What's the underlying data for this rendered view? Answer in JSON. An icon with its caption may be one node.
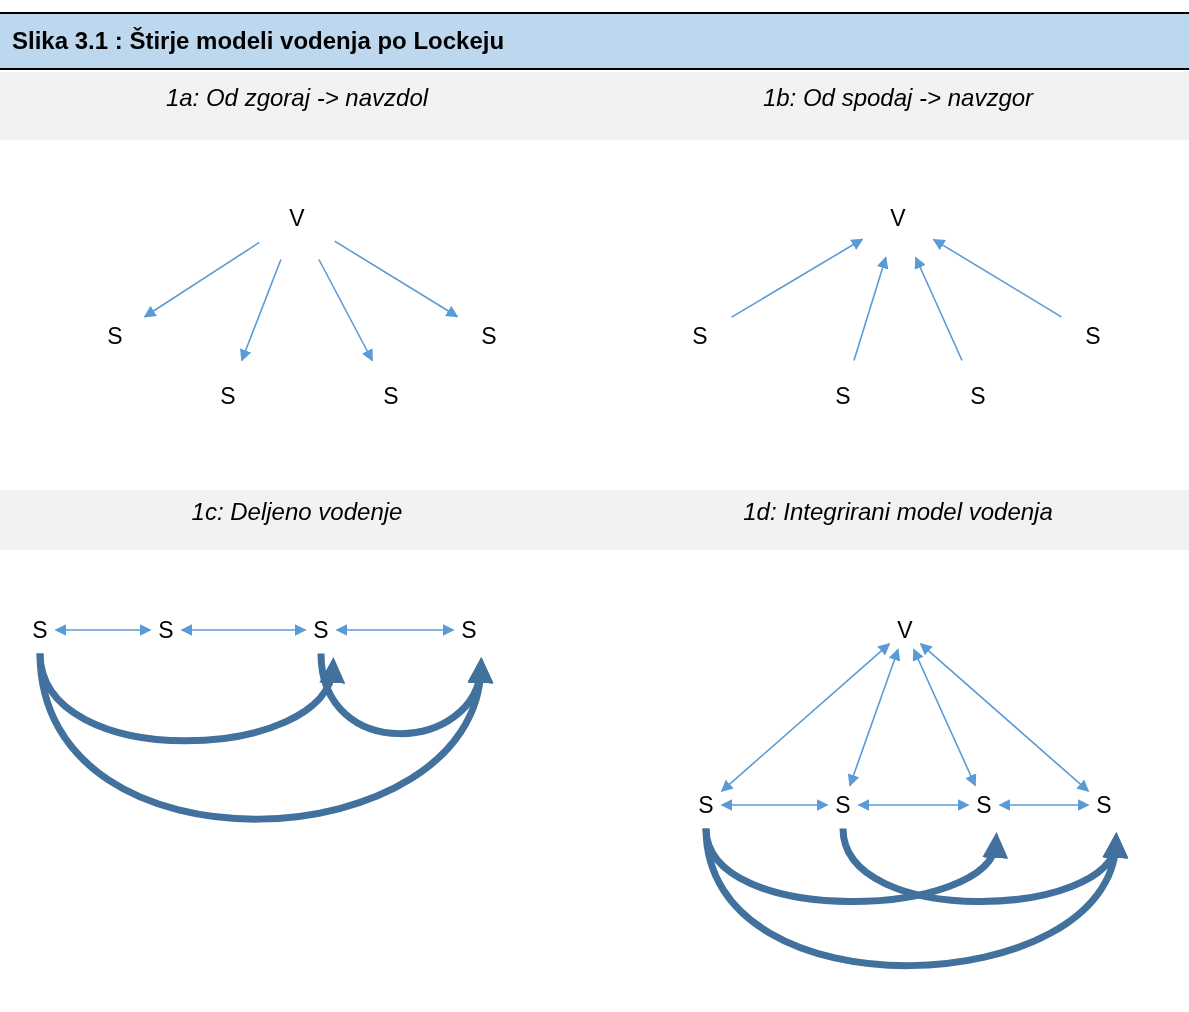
{
  "diagram": {
    "title": "Slika 3.1 : Štirje modeli vodenja po Lockeju",
    "nodes": [
      {
        "text": [
          "V"
        ]
      },
      {
        "text": [
          "S"
        ]
      },
      {
        "text": [
          "S"
        ]
      },
      {
        "text": [
          "S"
        ]
      },
      {
        "text": [
          "S"
        ]
      },
      {
        "text": [
          "V"
        ]
      },
      {
        "text": [
          "S"
        ]
      },
      {
        "text": [
          "S"
        ]
      },
      {
        "text": [
          "S"
        ]
      },
      {
        "text": [
          "S"
        ]
      },
      {
        "text": [
          "S"
        ]
      },
      {
        "text": [
          "S"
        ]
      },
      {
        "text": [
          "S"
        ]
      },
      {
        "text": [
          "S"
        ]
      },
      {
        "text": [
          "V"
        ]
      },
      {
        "text": [
          "S"
        ]
      },
      {
        "text": [
          "S"
        ]
      },
      {
        "text": [
          "S"
        ]
      },
      {
        "text": [
          "S"
        ]
      }
    ],
    "edges": [
      {
        "from": 0,
        "to": 1,
        "arrow": "to"
      },
      {
        "from": 0,
        "to": 2,
        "arrow": "to"
      },
      {
        "from": 0,
        "to": 3,
        "arrow": "to"
      },
      {
        "from": 0,
        "to": 4,
        "arrow": "to"
      },
      {
        "from": 6,
        "to": 5,
        "arrow": "to"
      },
      {
        "from": 7,
        "to": 5,
        "arrow": "to"
      },
      {
        "from": 8,
        "to": 5,
        "arrow": "to"
      },
      {
        "from": 9,
        "to": 5,
        "arrow": "to"
      },
      {
        "from": 10,
        "to": 11,
        "arrow": "both"
      },
      {
        "from": 11,
        "to": 12,
        "arrow": "both"
      },
      {
        "from": 12,
        "to": 13,
        "arrow": "both"
      },
      {
        "from": 10,
        "to": 12,
        "arrow": "to",
        "style": "thick",
        "color": "#41719c"
      },
      {
        "from": 12,
        "to": 13,
        "arrow": "to",
        "style": "thick",
        "color": "#41719c"
      },
      {
        "from": 10,
        "to": 13,
        "arrow": "to",
        "style": "thick",
        "color": "#41719c"
      },
      {
        "from": 14,
        "to": 15,
        "arrow": "both"
      },
      {
        "from": 14,
        "to": 16,
        "arrow": "both"
      },
      {
        "from": 14,
        "to": 17,
        "arrow": "both"
      },
      {
        "from": 14,
        "to": 18,
        "arrow": "both"
      },
      {
        "from": 15,
        "to": 16,
        "arrow": "both"
      },
      {
        "from": 16,
        "to": 17,
        "arrow": "both"
      },
      {
        "from": 17,
        "to": 18,
        "arrow": "both"
      },
      {
        "from": 15,
        "to": 17,
        "arrow": "to",
        "style": "thick",
        "color": "#41719c"
      },
      {
        "from": 16,
        "to": 18,
        "arrow": "to",
        "style": "thick",
        "color": "#41719c"
      },
      {
        "from": 15,
        "to": 18,
        "arrow": "to",
        "style": "thick",
        "color": "#41719c"
      }
    ],
    "labels": [
      "1a: Od zgoraj -> navzdol",
      "1b: Od spodaj -> navzgor",
      "1c: Deljeno vodenje",
      "1d: Integrirani model vodenja"
    ]
  }
}
